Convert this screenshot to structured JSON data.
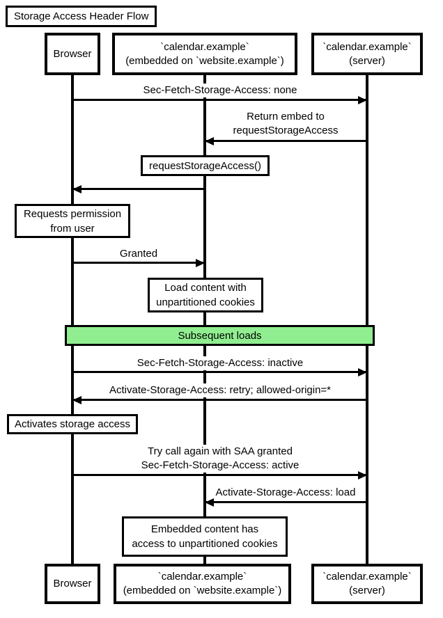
{
  "title": "Storage Access Header Flow",
  "participants": {
    "browser": {
      "lines": [
        "Browser"
      ]
    },
    "embed": {
      "lines": [
        "`calendar.example`",
        "(embedded on `website.example`)"
      ]
    },
    "server": {
      "lines": [
        "`calendar.example`",
        "(server)"
      ]
    }
  },
  "messages": {
    "m1": {
      "from": "Browser",
      "to": "server",
      "lines": [
        "Sec-Fetch-Storage-Access: none"
      ]
    },
    "m2": {
      "from": "server",
      "to": "embed",
      "lines": [
        "Return embed to",
        "requestStorageAccess"
      ]
    },
    "m3": {
      "from": "embed",
      "to": "Browser",
      "lines": []
    },
    "m4": {
      "from": "Browser",
      "to": "embed",
      "lines": [
        "Granted"
      ]
    },
    "m5": {
      "from": "Browser",
      "to": "server",
      "lines": [
        "Sec-Fetch-Storage-Access: inactive"
      ]
    },
    "m6": {
      "from": "server",
      "to": "Browser",
      "lines": [
        "Activate-Storage-Access: retry; allowed-origin=*"
      ]
    },
    "m7": {
      "from": "Browser",
      "to": "server",
      "lines": [
        "Try call again with SAA granted",
        "Sec-Fetch-Storage-Access: active"
      ]
    },
    "m8": {
      "from": "server",
      "to": "embed",
      "lines": [
        "Activate-Storage-Access: load"
      ]
    }
  },
  "notes": {
    "n1": {
      "lines": [
        "requestStorageAccess()"
      ]
    },
    "n2": {
      "lines": [
        "Requests permission",
        "from user"
      ]
    },
    "n3": {
      "lines": [
        "Load content with",
        "unpartitioned cookies"
      ]
    },
    "n4": {
      "lines": [
        "Activates storage access"
      ]
    },
    "n5": {
      "lines": [
        "Embedded content has",
        "access to unpartitioned cookies"
      ]
    }
  },
  "divider": {
    "label": "Subsequent loads"
  },
  "colors": {
    "stroke": "#000000",
    "fill": "#ffffff",
    "divider_fill": "#90ee90",
    "text": "#000000"
  }
}
